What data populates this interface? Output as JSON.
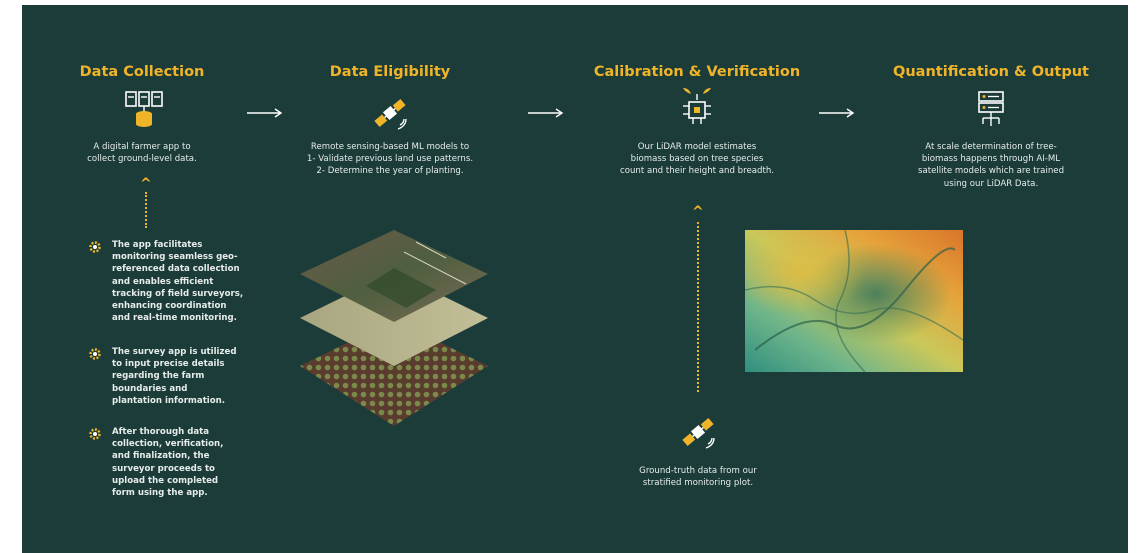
{
  "colors": {
    "background": "#1c3c3a",
    "accent": "#f0b429",
    "text": "#e6ecea"
  },
  "stages": [
    {
      "title": "Data Collection",
      "icon": "server-database-icon",
      "desc": [
        "A digital farmer app to",
        "collect ground-level data."
      ]
    },
    {
      "title": "Data Eligibility",
      "icon": "satellite-icon",
      "desc": [
        "Remote sensing-based ML models to",
        "1- Validate previous land use patterns.",
        "2- Determine the year of planting."
      ]
    },
    {
      "title": "Calibration & Verification",
      "icon": "ai-chip-leaf-icon",
      "desc": [
        "Our LiDAR model estimates",
        "biomass based on tree species",
        "count and their height and breadth."
      ]
    },
    {
      "title": "Quantification & Output",
      "icon": "server-output-icon",
      "desc": [
        "At scale determination of tree-",
        "biomass happens through AI-ML",
        "satellite models which are trained",
        "using our LiDAR Data."
      ]
    }
  ],
  "bullets": [
    {
      "icon": "gear-icon",
      "lines": [
        "The app facilitates",
        "monitoring seamless geo-",
        "referenced data collection",
        "and enables efficient",
        "tracking of field surveyors,",
        "enhancing coordination",
        "and real-time monitoring."
      ]
    },
    {
      "icon": "gear-icon",
      "lines": [
        "The survey app is utilized",
        "to input precise details",
        "regarding the farm",
        "boundaries and",
        "plantation information."
      ]
    },
    {
      "icon": "gear-icon",
      "lines": [
        "After thorough data",
        "collection, verification,",
        "and finalization, the",
        "surveyor proceeds to",
        "upload the completed",
        "form using the app."
      ]
    }
  ],
  "ground_truth": {
    "icon": "satellite-icon",
    "desc": [
      "Ground-truth data from our",
      "stratified monitoring plot."
    ]
  },
  "images": {
    "layers": "satellite-image-layers",
    "lidar": "lidar-terrain-map"
  }
}
